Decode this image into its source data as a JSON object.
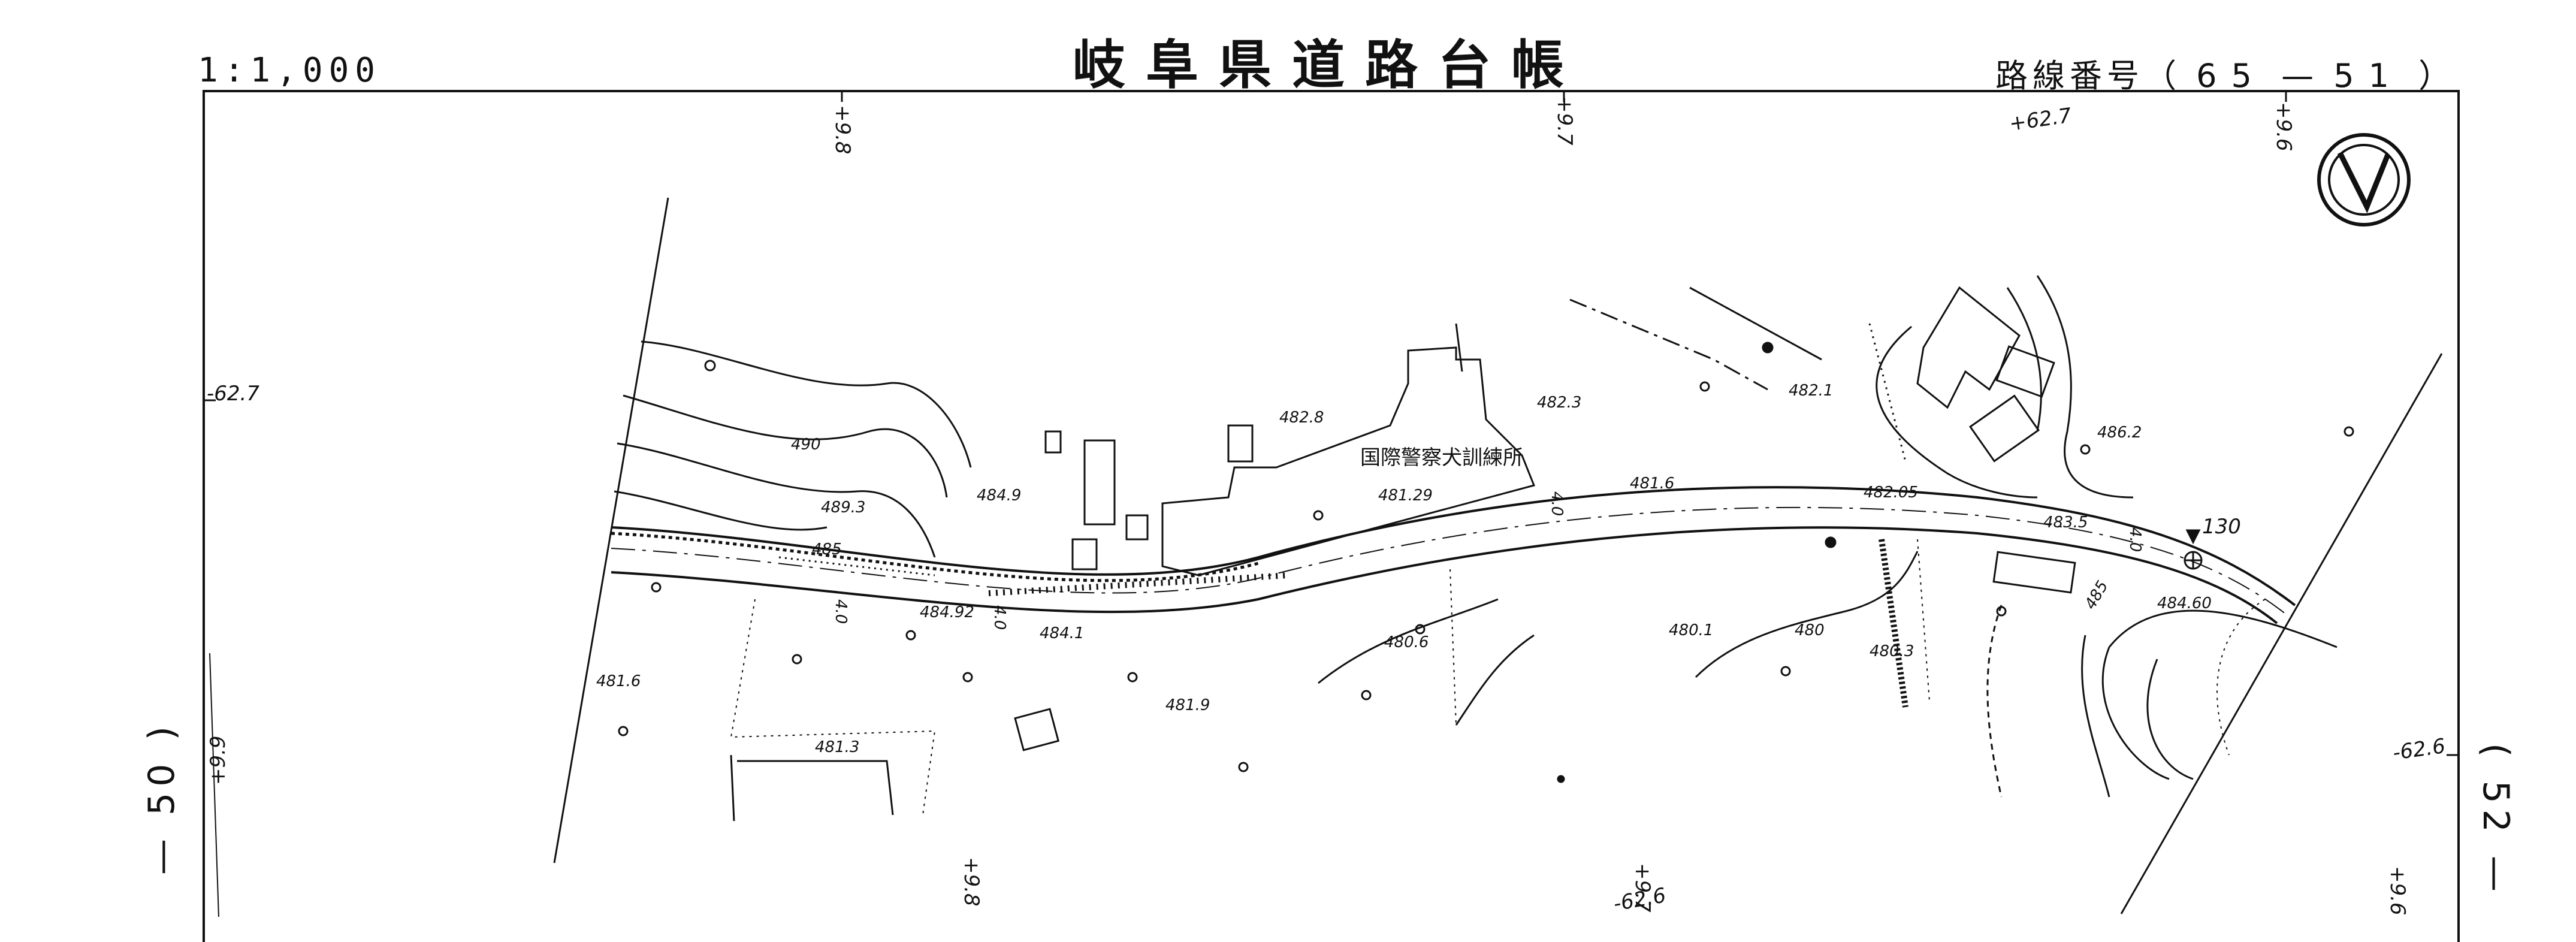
{
  "header": {
    "title": "岐阜県道路台帳",
    "scale": "1:1,000",
    "route_prefix": "路線番号（",
    "route_a": "65",
    "route_sep": "—",
    "route_b": "51",
    "route_suffix": "）"
  },
  "sheet_left": "— 50 )",
  "sheet_right": "( 52 —",
  "map": {
    "facility_name": "国際警察犬訓練所",
    "stations": {
      "top_1": "+9.8",
      "top_2": "+9.7",
      "top_3": "+9.6",
      "left": "+9.9",
      "bottom_1": "+9.8",
      "bottom_2": "+9.7",
      "bottom_3": "+9.6"
    },
    "offsets": {
      "left": "-62.7",
      "top_right": "+62.7",
      "right": "-62.6",
      "bottom": "-62.6"
    },
    "elevations": {
      "e1": "482.8",
      "e2": "482.3",
      "e3": "482.1",
      "e4": "486.2",
      "e5": "484.9",
      "e6": "489.3",
      "e7": "490",
      "e8": "485",
      "e9": "481.29",
      "e10": "481.6",
      "e11": "482.05",
      "e12": "483.5",
      "e13": "484.92",
      "e14": "484.1",
      "e15": "480.6",
      "e16": "480.1",
      "e17": "480",
      "e18": "480.3",
      "e19": "484.60",
      "e20": "485",
      "e21": "481.6",
      "e22": "481.9",
      "e23": "481.3",
      "e24": "130",
      "e25": "4.0",
      "e26": "4.0",
      "e27": "4.0",
      "e28": "4.0"
    }
  }
}
